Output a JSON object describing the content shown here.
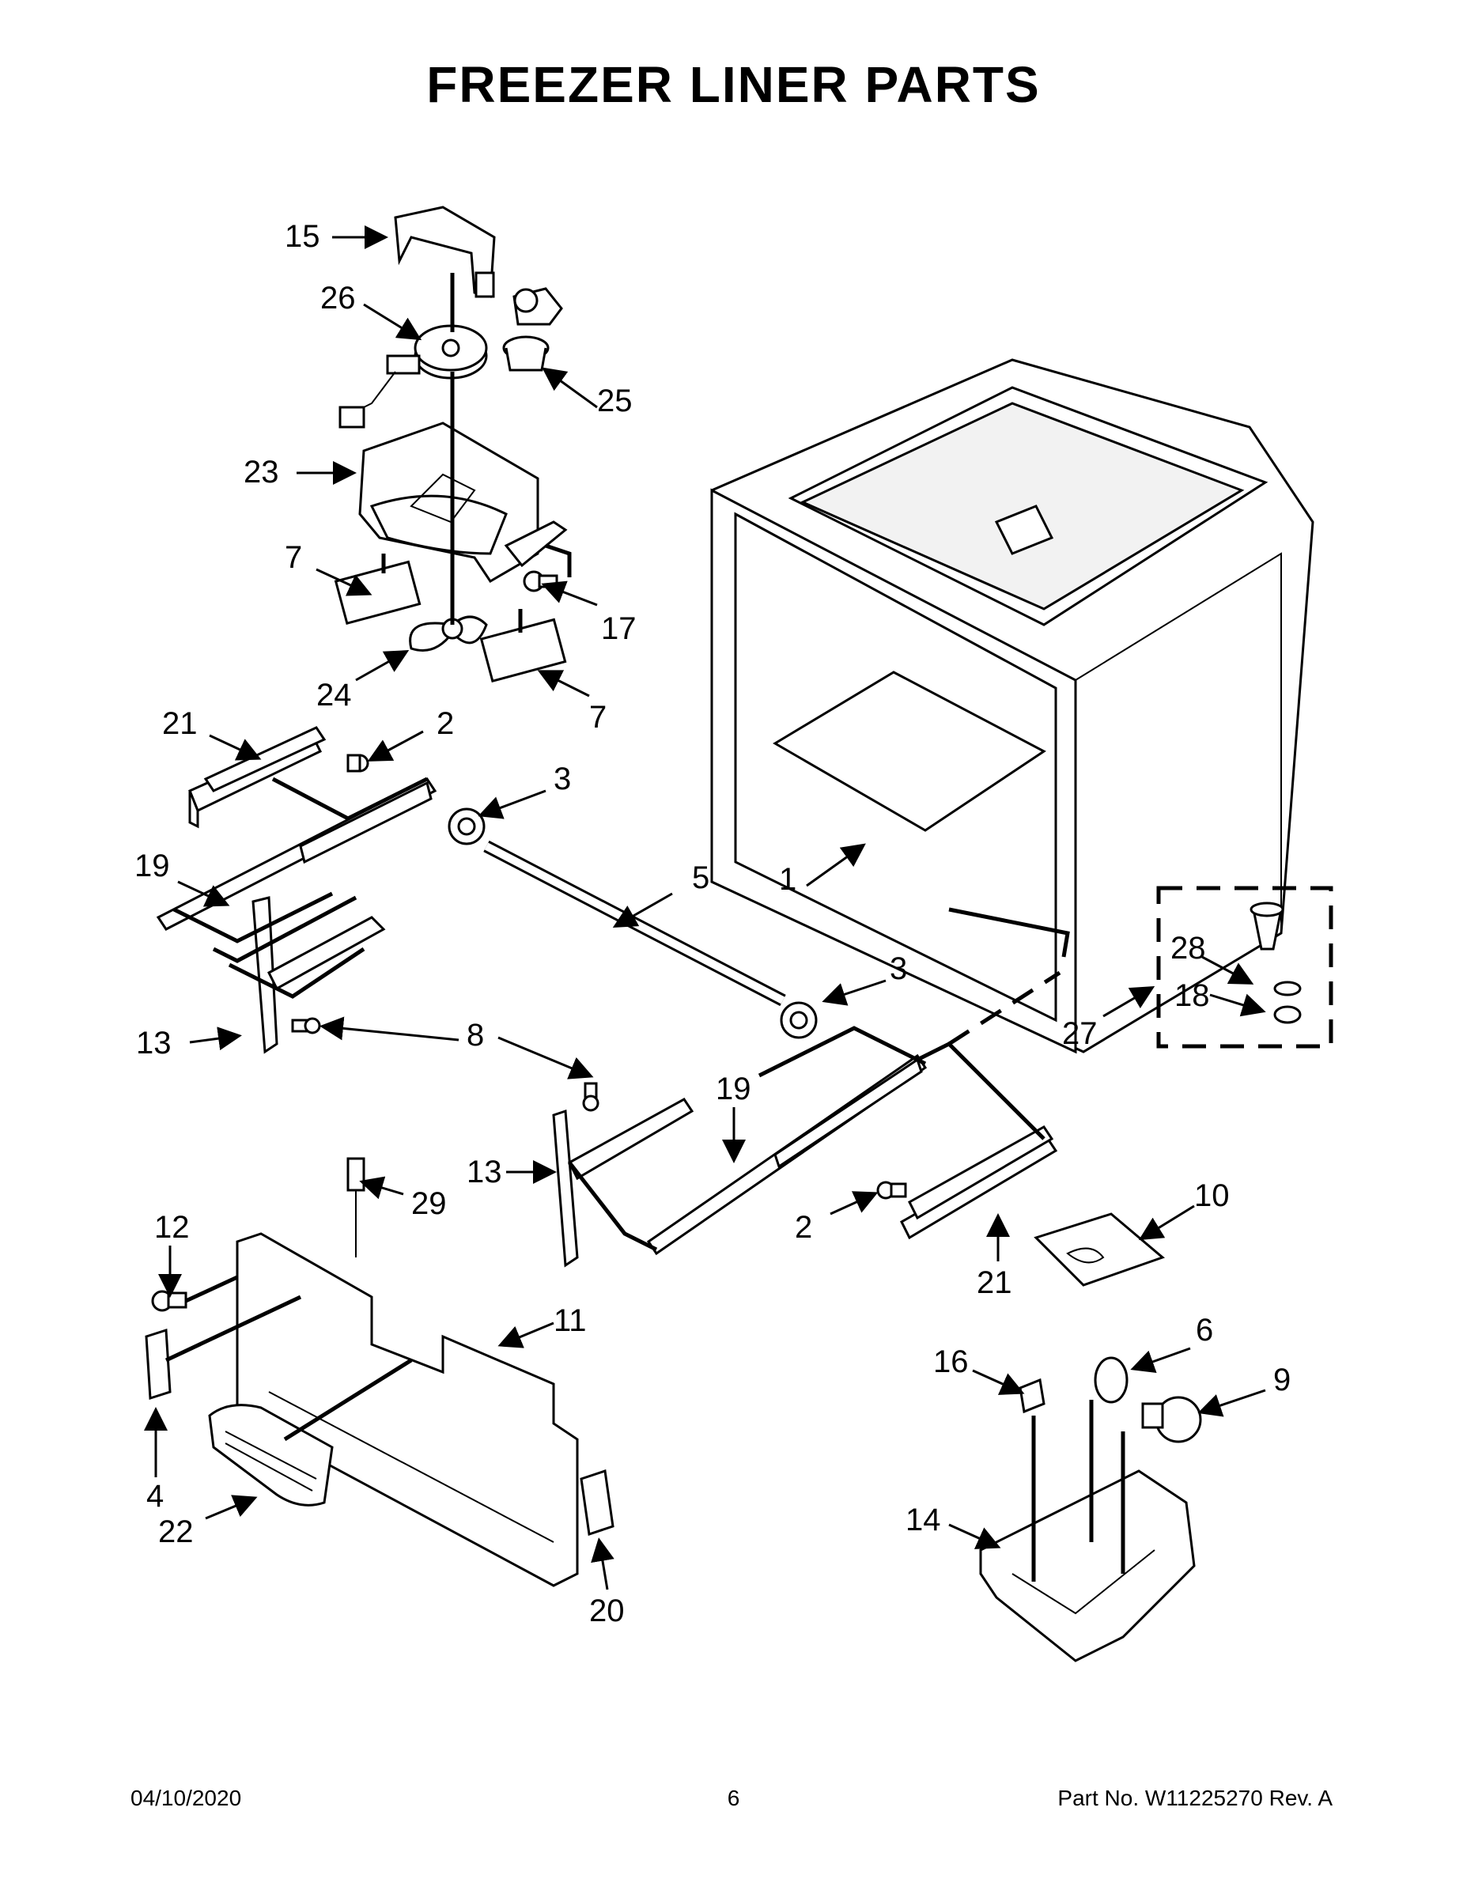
{
  "title": "FREEZER LINER PARTS",
  "footer": {
    "date": "04/10/2020",
    "page": "6",
    "part_number": "Part No.  W11225270  Rev.  A"
  },
  "callouts": [
    "15",
    "26",
    "25",
    "23",
    "7",
    "17",
    "24",
    "7",
    "21",
    "2",
    "3",
    "19",
    "5",
    "1",
    "3",
    "13",
    "8",
    "19",
    "28",
    "18",
    "27",
    "13",
    "29",
    "2",
    "21",
    "10",
    "12",
    "11",
    "16",
    "6",
    "9",
    "4",
    "22",
    "20",
    "14"
  ]
}
